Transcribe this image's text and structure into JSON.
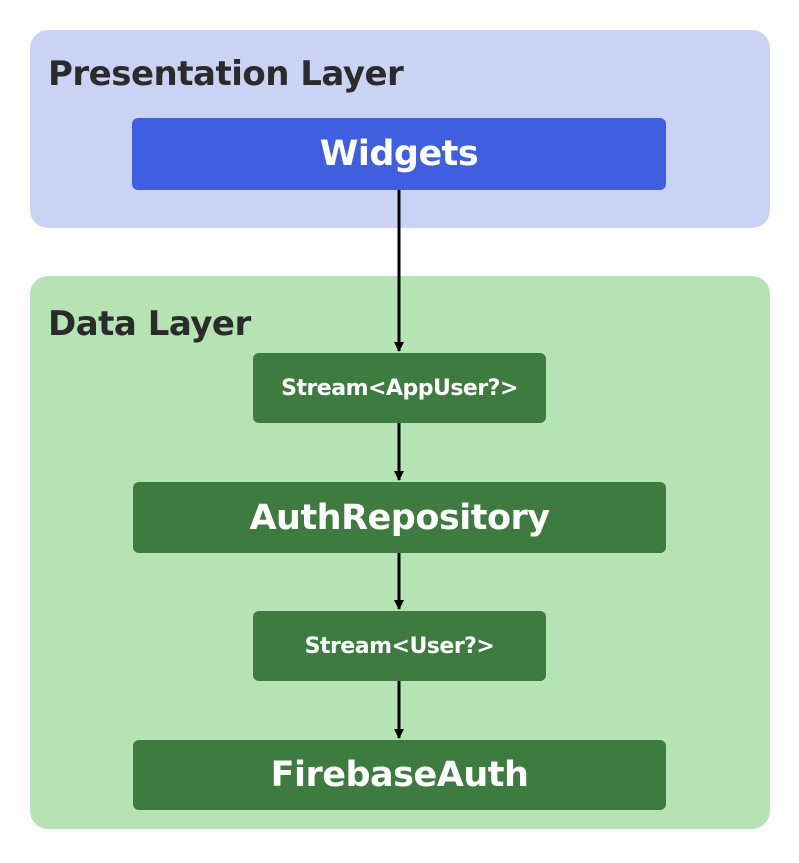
{
  "colors": {
    "presentation_background": "#cbd3f5",
    "data_background": "#b6e3b4",
    "widgets_fill": "#3f5fe0",
    "data_node_fill": "#3d7b3f",
    "arrow": "#000000"
  },
  "presentation_layer": {
    "title": "Presentation Layer",
    "nodes": {
      "widgets": "Widgets"
    }
  },
  "data_layer": {
    "title": "Data Layer",
    "nodes": {
      "stream_appuser": "Stream<AppUser?>",
      "authrepository": "AuthRepository",
      "stream_user": "Stream<User?>",
      "firebaseauth": "FirebaseAuth"
    }
  }
}
